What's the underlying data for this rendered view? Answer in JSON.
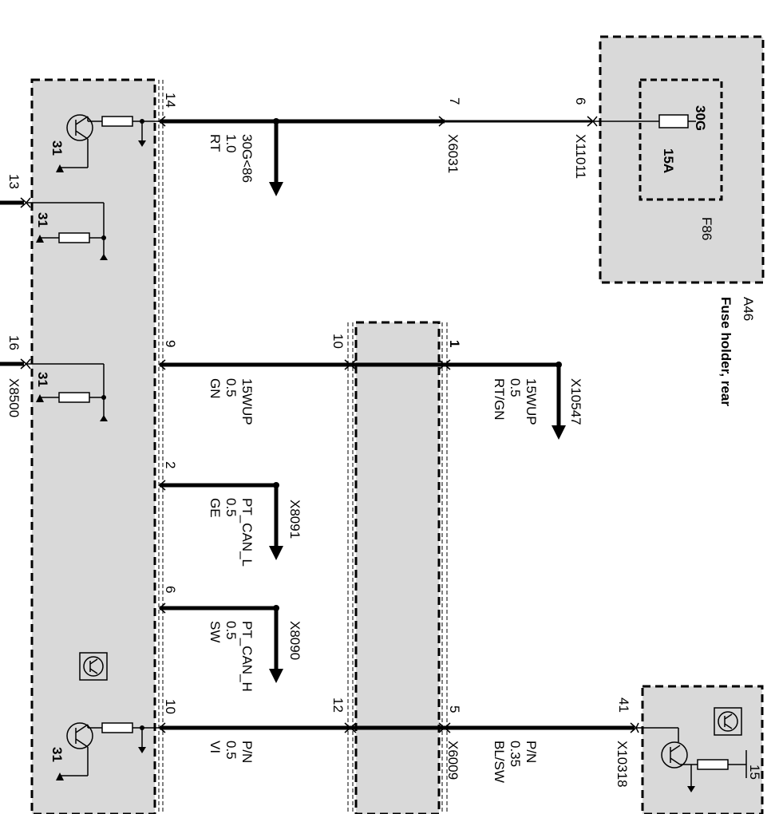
{
  "fuse_holder": {
    "id": "A46",
    "name": "Fuse holder, rear",
    "fuse_id": "F86",
    "fuse_rating": "15A",
    "terminal": "30G",
    "connector": "X11011",
    "pin": "6"
  },
  "wires": [
    {
      "id": "w1",
      "left_pin": "14",
      "signal": "30G<86",
      "size": "1.0",
      "color": "RT",
      "splice": "X6031",
      "splice_pin": "7"
    },
    {
      "id": "w2",
      "left_pin": "9",
      "mid_pin": "10",
      "right_pin": "1",
      "signal": "15WUP",
      "size": "0.5",
      "color": "GN"
    },
    {
      "id": "w2b",
      "signal": "15WUP",
      "size": "0.5",
      "color": "RT/GN",
      "connector": "X10547"
    },
    {
      "id": "w3",
      "left_pin": "2",
      "signal": "PT_CAN_L",
      "size": "0.5",
      "color": "GE",
      "connector": "X8091"
    },
    {
      "id": "w4",
      "left_pin": "6",
      "signal": "PT_CAN_H",
      "size": "0.5",
      "color": "SW",
      "connector": "X8090"
    },
    {
      "id": "w5",
      "left_pin": "10",
      "mid_pin": "12",
      "right_pin": "5",
      "signal": "P/N",
      "size": "0.5",
      "color": "VI"
    },
    {
      "id": "w5b",
      "signal": "P/N",
      "size": "0.35",
      "color": "BL/SW",
      "connector": "X6009"
    },
    {
      "id": "w6",
      "right_pin": "41",
      "connector": "X10318"
    }
  ],
  "module": {
    "connector": "X8500",
    "pin_13": "13",
    "pin_16": "16",
    "ground": "31",
    "pin_15": "15"
  }
}
